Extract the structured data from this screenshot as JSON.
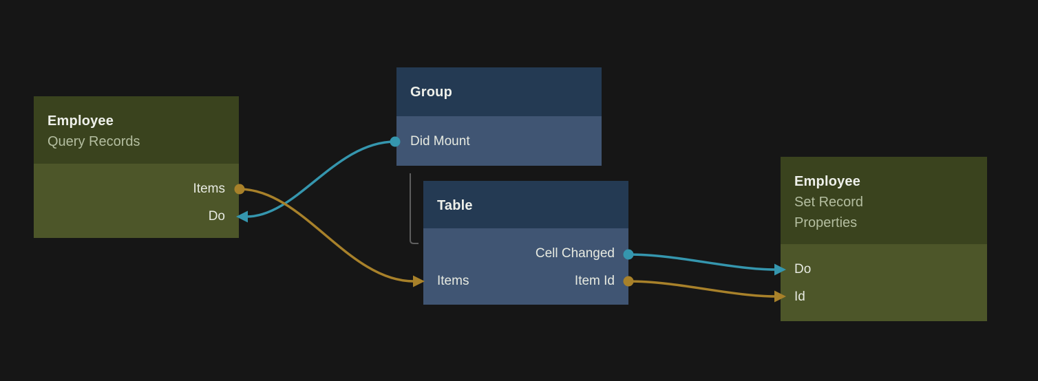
{
  "colors": {
    "background": "#161616",
    "green_header": "#3a431e",
    "green_body": "#4d5629",
    "blue_header": "#243a53",
    "blue_body": "#405573",
    "title_text": "#eef0ea",
    "subtitle_text": "#b4bea0",
    "port_text": "#e7eae1",
    "wire_teal": "#3596ae",
    "wire_orange": "#a8812a",
    "child_link": "#5e5e5e"
  },
  "nodes": [
    {
      "id": "employee-query-records",
      "title": "Employee",
      "subtitle": "Query Records",
      "kind": "data-node",
      "ports": [
        {
          "label": "Items",
          "side": "right",
          "connector": "dot-output",
          "color": "orange"
        },
        {
          "label": "Do",
          "side": "right",
          "connector": "arrow-input",
          "color": "teal"
        }
      ]
    },
    {
      "id": "group",
      "title": "Group",
      "kind": "visual-node",
      "ports": [
        {
          "label": "Did Mount",
          "side": "left",
          "connector": "dot-output",
          "color": "teal"
        }
      ]
    },
    {
      "id": "table",
      "title": "Table",
      "kind": "visual-node",
      "ports": [
        {
          "label": "Cell Changed",
          "side": "right",
          "connector": "dot-output",
          "color": "teal"
        },
        {
          "label": "Items",
          "side": "left",
          "connector": "arrow-input",
          "color": "orange"
        },
        {
          "label": "Item Id",
          "side": "right",
          "connector": "dot-output",
          "color": "orange"
        }
      ]
    },
    {
      "id": "employee-set-record-properties",
      "title": "Employee",
      "subtitle": "Set Record Properties",
      "kind": "data-node",
      "ports": [
        {
          "label": "Do",
          "side": "left",
          "connector": "arrow-input",
          "color": "teal"
        },
        {
          "label": "Id",
          "side": "left",
          "connector": "arrow-input",
          "color": "orange"
        }
      ]
    }
  ],
  "connections": [
    {
      "from": "Group / Did Mount",
      "to": "Employee Query Records / Do",
      "color": "teal"
    },
    {
      "from": "Employee Query Records / Items",
      "to": "Table / Items",
      "color": "orange"
    },
    {
      "from": "Table / Cell Changed",
      "to": "Employee Set Record Properties / Do",
      "color": "teal"
    },
    {
      "from": "Table / Item Id",
      "to": "Employee Set Record Properties / Id",
      "color": "orange"
    },
    {
      "from": "Group",
      "to": "Table",
      "type": "child-link",
      "color": "gray"
    }
  ]
}
